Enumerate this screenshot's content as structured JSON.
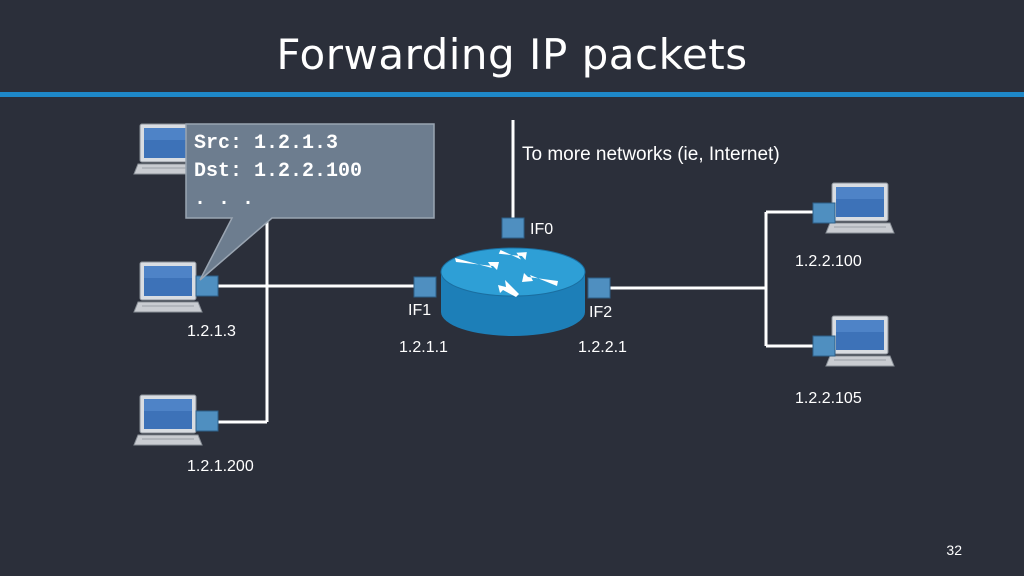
{
  "title": "Forwarding IP packets",
  "callout": {
    "src_line": "Src: 1.2.1.3",
    "dst_line": "Dst: 1.2.2.100",
    "ellipsis_line": ". . ."
  },
  "internet_label": "To more networks (ie, Internet)",
  "router": {
    "interfaces": [
      {
        "name": "IF0"
      },
      {
        "name": "IF1",
        "address": "1.2.1.1"
      },
      {
        "name": "IF2",
        "address": "1.2.2.1"
      }
    ]
  },
  "hosts": [
    {
      "address": "1.2.1.3"
    },
    {
      "address": "1.2.1.200"
    },
    {
      "address": "1.2.2.100"
    },
    {
      "address": "1.2.2.105"
    }
  ],
  "page_number": "32",
  "colors": {
    "background": "#2b2f3a",
    "rule": "#1e88c8",
    "router_top": "#2e9fd6",
    "router_side": "#1d7fb8",
    "port": "#4f8fc0",
    "callout_fill": "#6d7d8f"
  }
}
